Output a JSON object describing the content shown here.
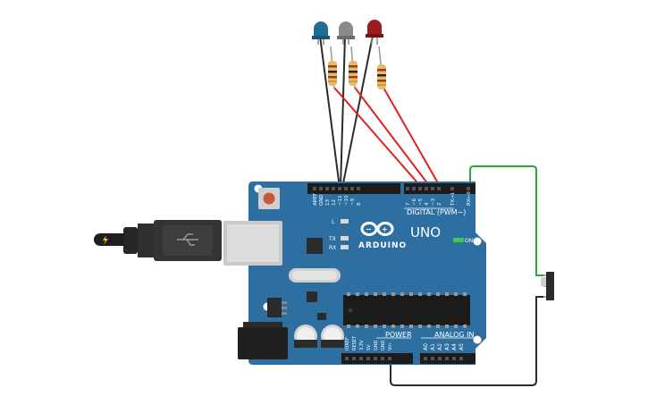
{
  "board": {
    "brand": "ARDUINO",
    "model": "UNO",
    "on_label": "ON",
    "digital_label": "DIGITAL (PWM~)",
    "power_label": "POWER",
    "analog_label": "ANALOG IN",
    "led_l": "L",
    "led_tx": "TX",
    "led_rx": "RX",
    "top_pins": [
      "AREF",
      "GND",
      "13",
      "12",
      "~11",
      "~10",
      "~9",
      "8",
      "7",
      "~6",
      "~5",
      "4",
      "~3",
      "2",
      "TX→1",
      "RX←0"
    ],
    "power_pins": [
      "IOREF",
      "RESET",
      "3.3V",
      "5V",
      "GND",
      "GND",
      "Vin"
    ],
    "analog_pins": [
      "A0",
      "A1",
      "A2",
      "A3",
      "A4",
      "A5"
    ]
  },
  "components": {
    "leds": [
      {
        "name": "blue-led",
        "color": "#1f6e94"
      },
      {
        "name": "gray-led",
        "color": "#8a8a8a"
      },
      {
        "name": "red-led",
        "color": "#9c1c1c"
      }
    ],
    "resistor_count": 3,
    "switch": "slide-switch"
  },
  "colors": {
    "board": "#2d6fa0",
    "wire_black": "#2b2b2b",
    "wire_red": "#e0201f",
    "wire_green": "#2ca83a"
  }
}
